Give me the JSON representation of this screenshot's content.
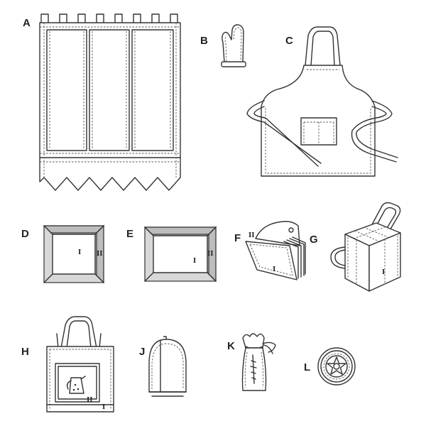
{
  "items": [
    {
      "key": "A",
      "label": "A",
      "object": "curtain"
    },
    {
      "key": "B",
      "label": "B",
      "object": "oven-mitt"
    },
    {
      "key": "C",
      "label": "C",
      "object": "apron"
    },
    {
      "key": "D",
      "label": "D",
      "object": "square-frame",
      "marks": [
        "I",
        "II"
      ]
    },
    {
      "key": "E",
      "label": "E",
      "object": "rectangular-frame",
      "marks": [
        "I",
        "II"
      ]
    },
    {
      "key": "F",
      "label": "F",
      "object": "accordion-file",
      "marks": [
        "II",
        "I"
      ]
    },
    {
      "key": "G",
      "label": "G",
      "object": "bottle-tote",
      "marks": [
        "I"
      ]
    },
    {
      "key": "H",
      "label": "H",
      "object": "tote-bag",
      "marks": [
        "II",
        "I"
      ]
    },
    {
      "key": "J",
      "label": "J",
      "object": "tea-cozy"
    },
    {
      "key": "K",
      "label": "K",
      "object": "drawstring-bag"
    },
    {
      "key": "L",
      "label": "L",
      "object": "round-coaster"
    }
  ]
}
